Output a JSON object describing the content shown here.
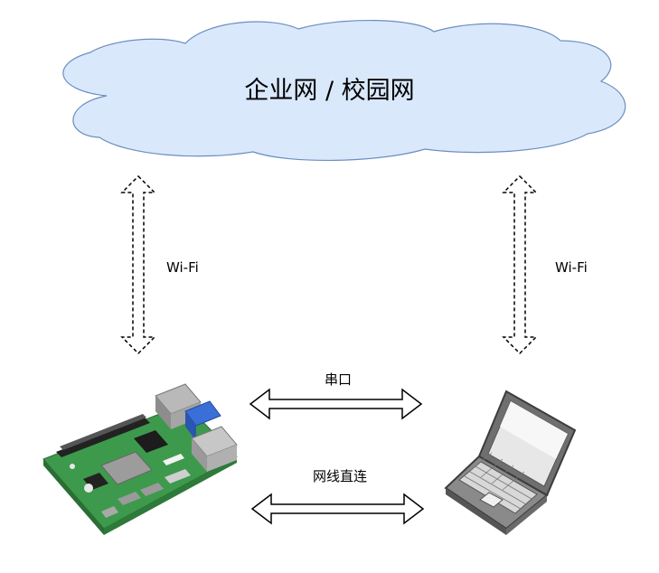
{
  "cloud": {
    "label": "企业网 / 校园网"
  },
  "links": {
    "wifi_left": "Wi-Fi",
    "wifi_right": "Wi-Fi",
    "serial": "串口",
    "ethernet": "网线直连"
  },
  "colors": {
    "cloud_fill": "#dae8fc",
    "cloud_stroke": "#6c8ebf",
    "board_green": "#3d9a4c",
    "laptop_body": "#7a7a7a"
  }
}
